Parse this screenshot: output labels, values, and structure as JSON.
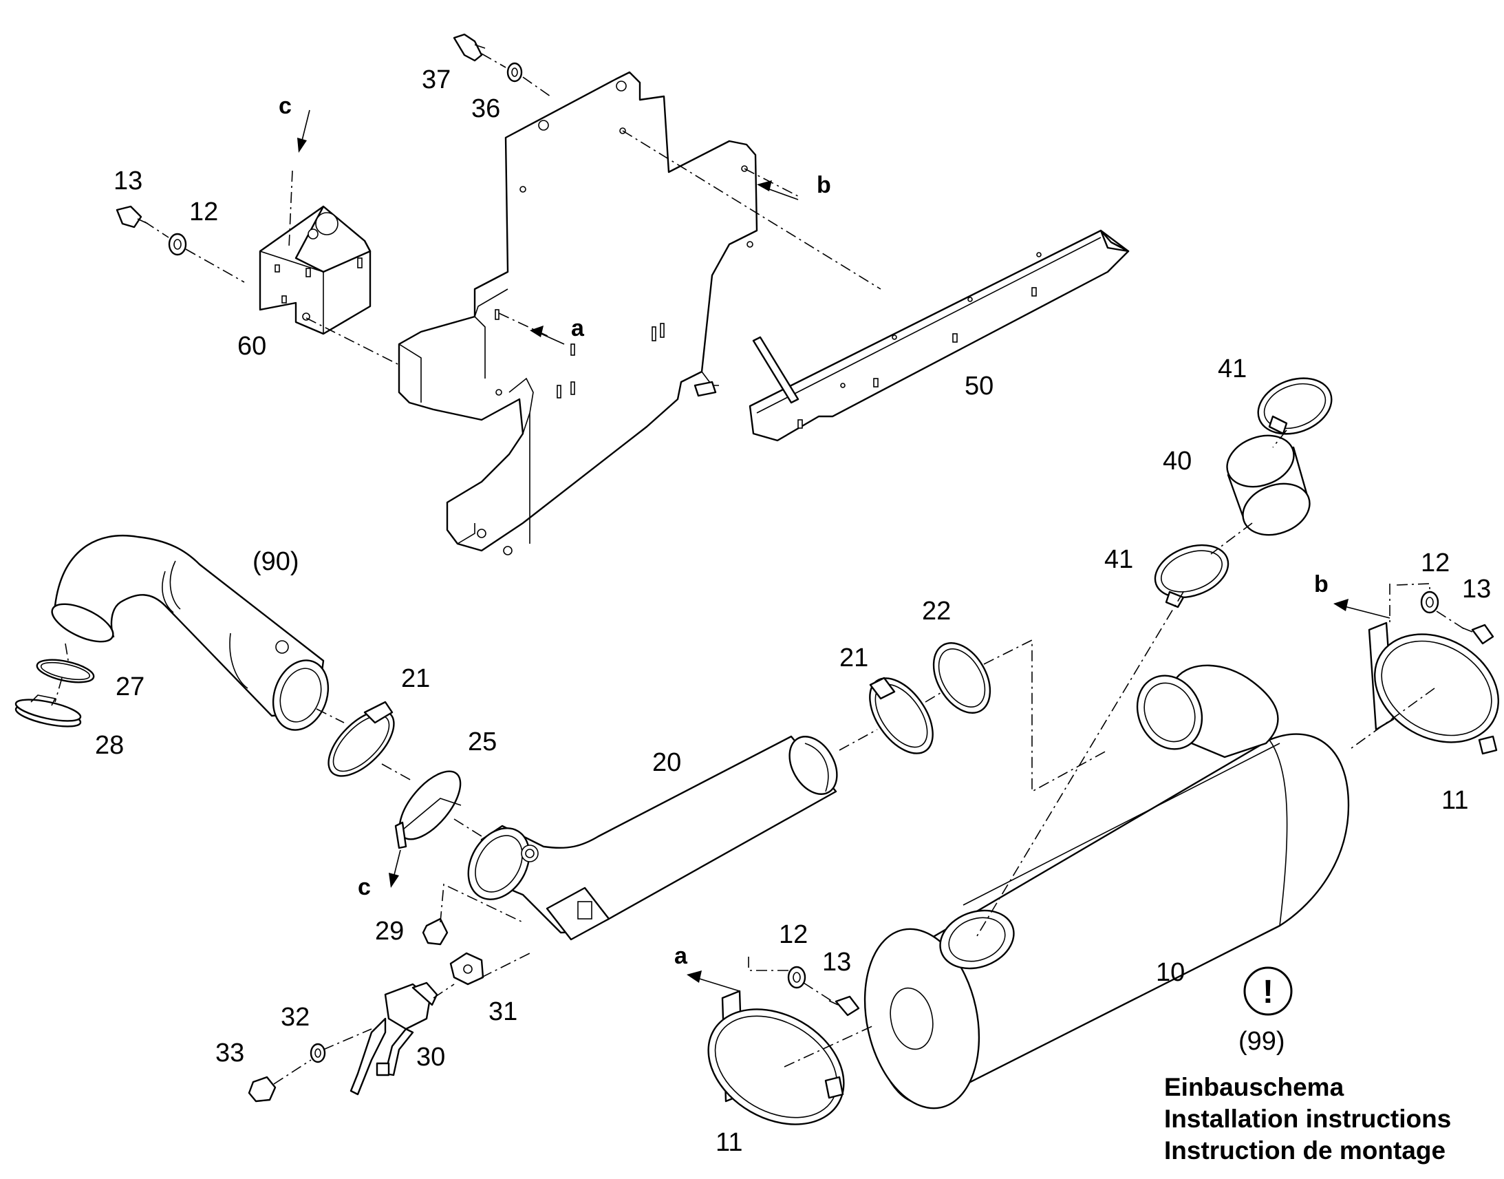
{
  "labels": {
    "p10": "10",
    "p11a": "11",
    "p11b": "11",
    "p12a": "12",
    "p12b": "12",
    "p12c": "12",
    "p13a": "13",
    "p13b": "13",
    "p13c": "13",
    "p20": "20",
    "p21a": "21",
    "p21b": "21",
    "p22": "22",
    "p25": "25",
    "p27": "27",
    "p28": "28",
    "p29": "29",
    "p30": "30",
    "p31": "31",
    "p32": "32",
    "p33": "33",
    "p36": "36",
    "p37": "37",
    "p40": "40",
    "p41a": "41",
    "p41b": "41",
    "p50": "50",
    "p60": "60",
    "p90": "(90)",
    "p99": "(99)"
  },
  "refs": {
    "a1": "a",
    "a2": "a",
    "b1": "b",
    "b2": "b",
    "c1": "c",
    "c2": "c"
  },
  "notice_symbol": "!",
  "instructions": {
    "de": "Einbauschema",
    "en": "Installation instructions",
    "fr": "Instruction de montage"
  },
  "icons": [
    "warning-exclamation-icon",
    "arrow-icon"
  ]
}
